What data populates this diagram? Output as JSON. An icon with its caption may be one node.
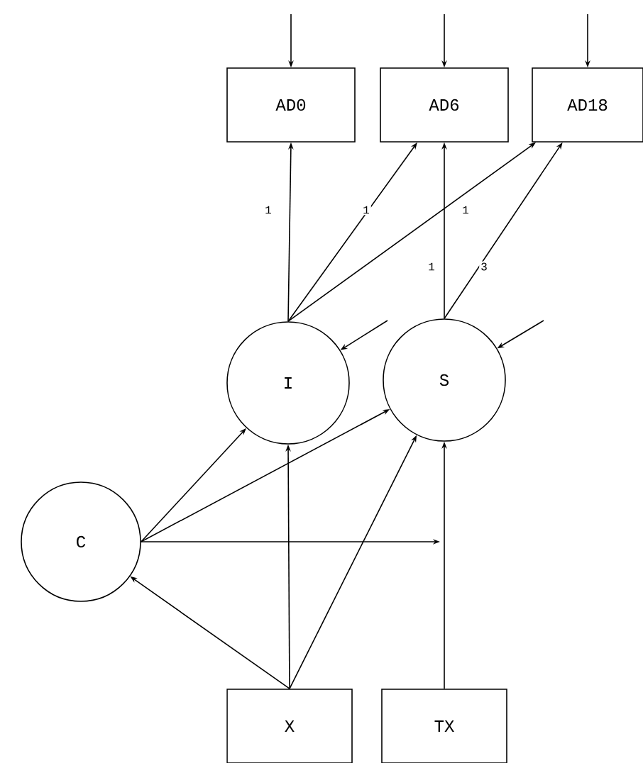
{
  "diagram": {
    "nodes": [
      {
        "text": [
          "AD0"
        ]
      },
      {
        "text": [
          "AD6"
        ]
      },
      {
        "text": [
          "AD18"
        ]
      },
      {
        "text": [
          "I"
        ]
      },
      {
        "text": [
          "S"
        ]
      },
      {
        "text": [
          "C"
        ]
      },
      {
        "text": [
          "X"
        ]
      },
      {
        "text": [
          "TX"
        ]
      }
    ],
    "edges": [
      {
        "from": null,
        "to": 0,
        "arrow": "to"
      },
      {
        "from": null,
        "to": 1,
        "arrow": "to"
      },
      {
        "from": null,
        "to": 2,
        "arrow": "to"
      },
      {
        "from": 3,
        "to": 0,
        "arrow": "to",
        "label": "1"
      },
      {
        "from": 3,
        "to": 1,
        "arrow": "to",
        "label": "1"
      },
      {
        "from": 3,
        "to": 2,
        "arrow": "to",
        "label": "1"
      },
      {
        "from": 4,
        "to": 1,
        "arrow": "to",
        "label": "1"
      },
      {
        "from": 4,
        "to": 2,
        "arrow": "to",
        "label": "3"
      },
      {
        "from": null,
        "to": 3,
        "arrow": "to"
      },
      {
        "from": null,
        "to": 4,
        "arrow": "to"
      },
      {
        "from": 5,
        "to": 3,
        "arrow": "to"
      },
      {
        "from": 5,
        "to": 4,
        "arrow": "to"
      },
      {
        "from": 5,
        "to": null,
        "arrow": "to"
      },
      {
        "from": 6,
        "to": 5,
        "arrow": "to"
      },
      {
        "from": 6,
        "to": 3,
        "arrow": "to"
      },
      {
        "from": 6,
        "to": 4,
        "arrow": "to"
      },
      {
        "from": 7,
        "to": 4,
        "arrow": "to"
      }
    ]
  }
}
